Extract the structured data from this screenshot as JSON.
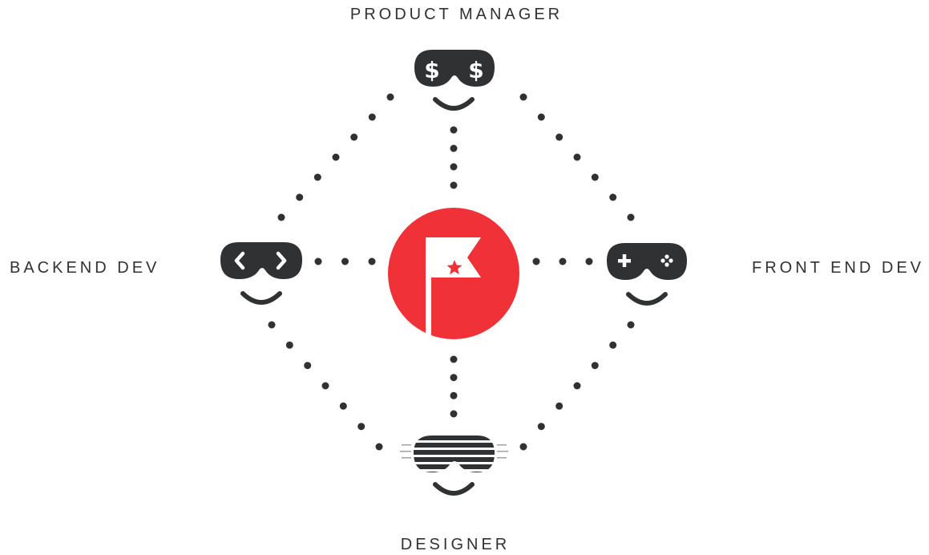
{
  "roles": {
    "product_manager": "PRODUCT MANAGER",
    "backend_dev": "BACKEND DEV",
    "front_end_dev": "FRONT END DEV",
    "designer": "DESIGNER"
  },
  "icons": {
    "center": "flag-star-icon",
    "product_manager": "dollar-glasses-face-icon",
    "backend_dev": "code-brackets-glasses-face-icon",
    "front_end_dev": "gamepad-glasses-face-icon",
    "designer": "striped-shades-face-icon"
  },
  "colors": {
    "accent": "#f03238",
    "ink": "#2f3133",
    "background": "#ffffff"
  }
}
